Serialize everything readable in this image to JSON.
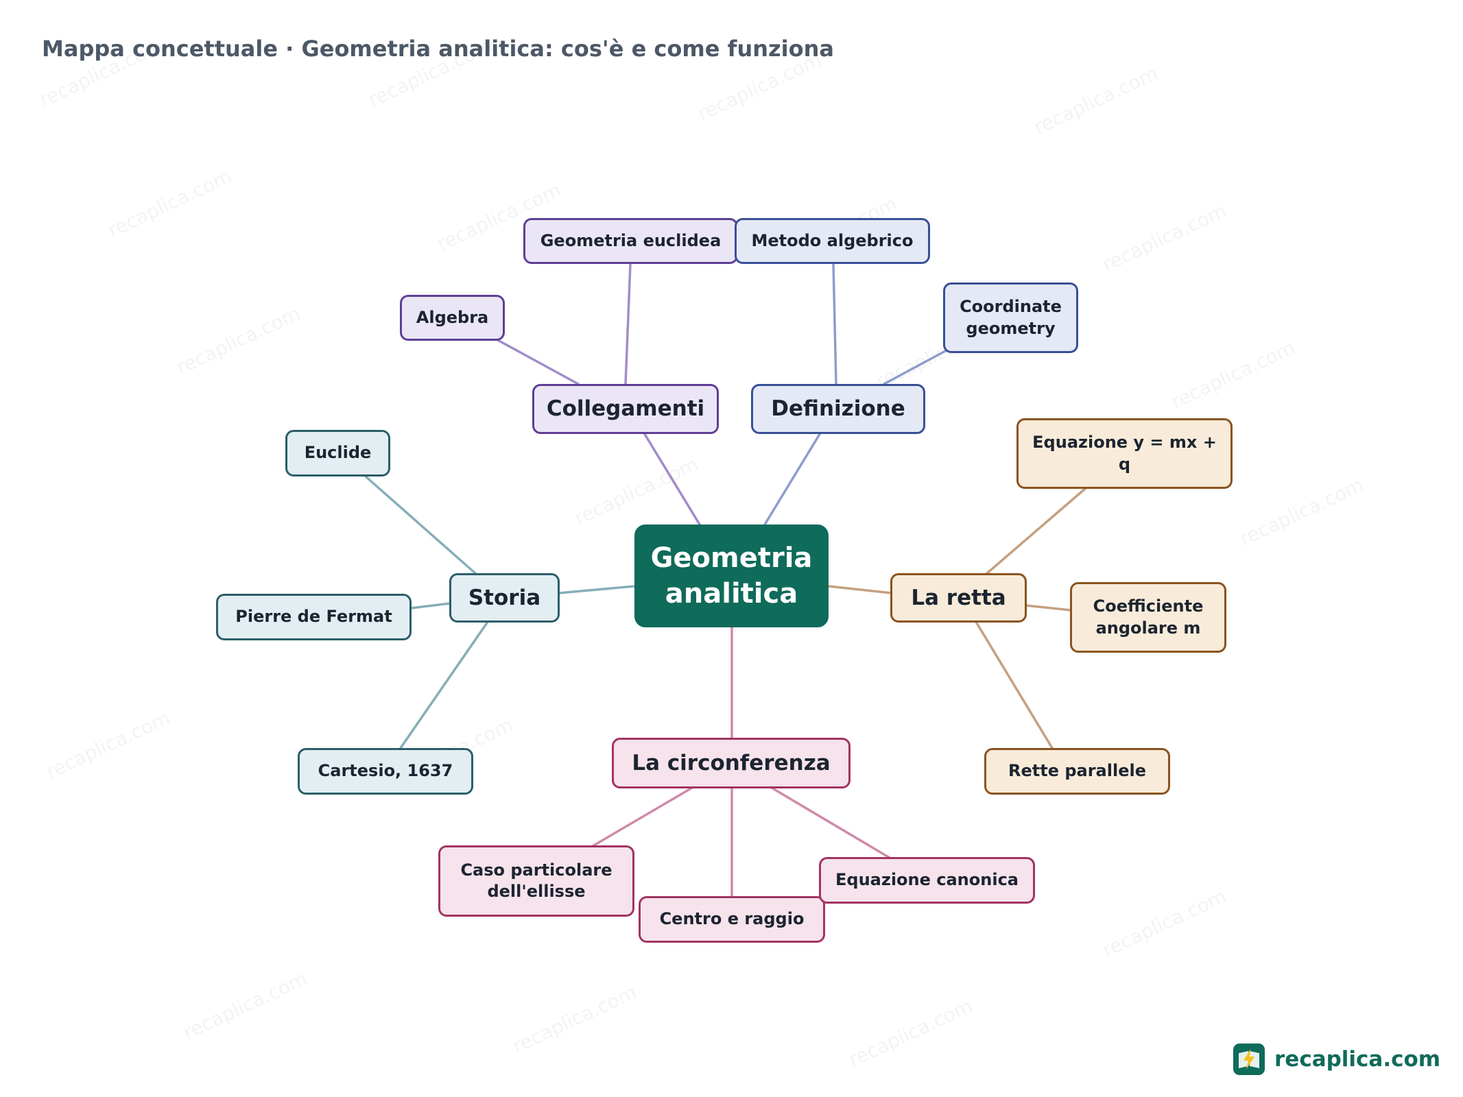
{
  "title": "Mappa concettuale · Geometria analitica: cos'è e come funziona",
  "center": {
    "label": "Geometria analitica"
  },
  "branches": {
    "collegamenti": {
      "label": "Collegamenti",
      "color": "#5e3e96",
      "items": [
        "Geometria euclidea",
        "Algebra"
      ]
    },
    "definizione": {
      "label": "Definizione",
      "color": "#384f96",
      "items": [
        "Metodo algebrico",
        "Coordinate geometry"
      ]
    },
    "storia": {
      "label": "Storia",
      "color": "#2b5e68",
      "items": [
        "Euclide",
        "Pierre de Fermat",
        "Cartesio, 1637"
      ]
    },
    "retta": {
      "label": "La retta",
      "color": "#8a5320",
      "items": [
        "Equazione y = mx + q",
        "Coefficiente angolare m",
        "Rette parallele"
      ]
    },
    "circonferenza": {
      "label": "La circonferenza",
      "color": "#a13462",
      "items": [
        "Caso particolare dell'ellisse",
        "Centro e raggio",
        "Equazione canonica"
      ]
    }
  },
  "brand": {
    "name": "recaplica.com",
    "watermark": "recaplica.com",
    "icon": "book-lightning-icon",
    "color": "#0f6b5a"
  }
}
